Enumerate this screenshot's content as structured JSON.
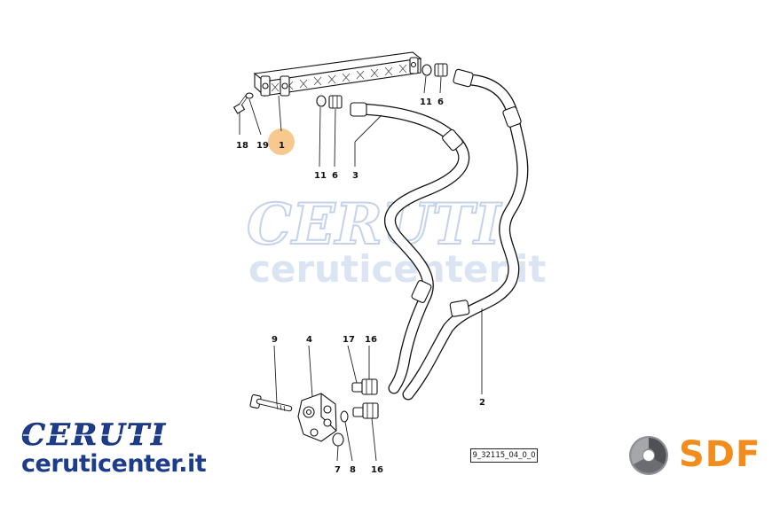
{
  "watermark": {
    "brand": "CERUTI",
    "url": "ceruticenter.it"
  },
  "brand": {
    "logo_text": "CERUTI",
    "url": "ceruticenter.it",
    "logo_color": "#1d3d8a"
  },
  "manufacturer_logo": {
    "text": "SDF",
    "color": "#f28c1c",
    "icon": "sdf-swirl-icon"
  },
  "drawing_code": "9_32115_04_0_0",
  "highlight_color": "#f7c98e",
  "part_labels": {
    "p1": "1",
    "p2": "2",
    "p3": "3",
    "p4": "4",
    "p6_top": "6",
    "p6_mid": "6",
    "p7": "7",
    "p8": "8",
    "p9": "9",
    "p11_top": "11",
    "p11_mid": "11",
    "p16_top": "16",
    "p16_bot": "16",
    "p17": "17",
    "p18": "18",
    "p19": "19"
  }
}
